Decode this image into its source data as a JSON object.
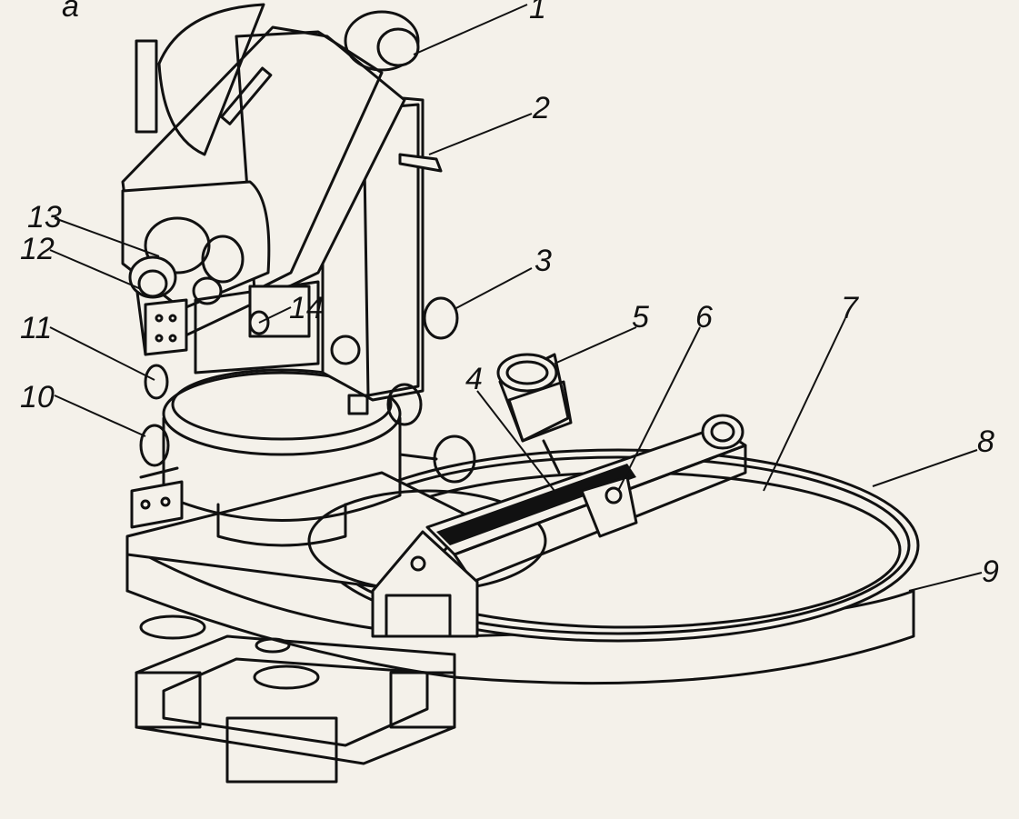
{
  "figure": {
    "panel_letter": "a",
    "labels": [
      "1",
      "2",
      "3",
      "4",
      "5",
      "6",
      "7",
      "8",
      "9",
      "10",
      "11",
      "12",
      "13",
      "14"
    ]
  },
  "colors": {
    "paper": "#f4f1ea",
    "ink": "#111111"
  }
}
